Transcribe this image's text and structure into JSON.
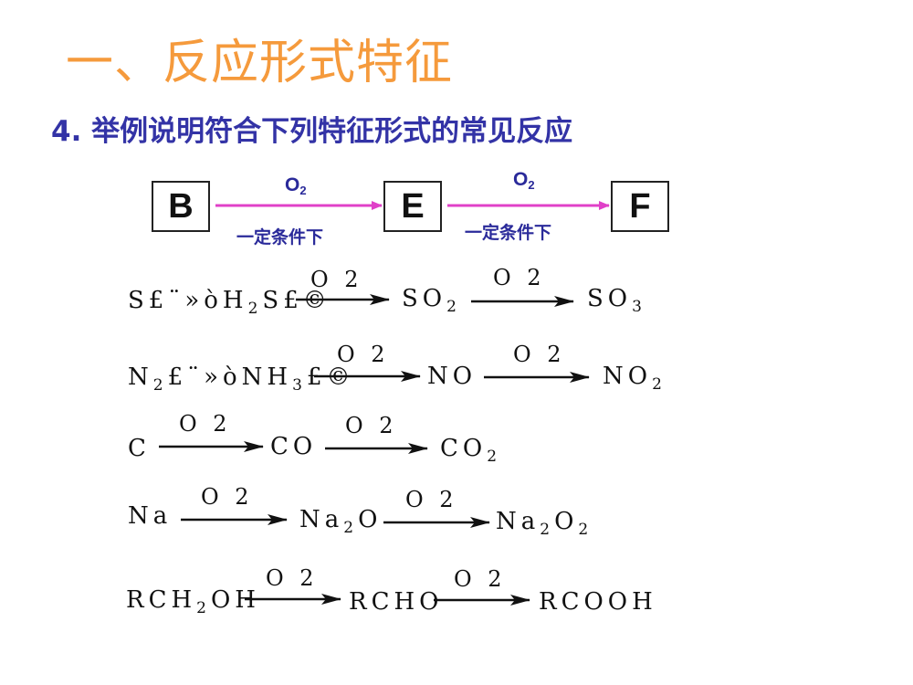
{
  "title": "一、反应形式特征",
  "subtitle": "4. 举例说明符合下列特征形式的常见反应",
  "scheme": {
    "box_b": "B",
    "box_e": "E",
    "box_f": "F",
    "reagent": "O",
    "reagent_sub": "2",
    "condition": "一定条件下",
    "arrow_color": "#e040c8"
  },
  "reactions": [
    {
      "start": [
        {
          "t": "S£¨»òH"
        },
        {
          "s": "2"
        },
        {
          "t": "S£©"
        }
      ],
      "mid": [
        {
          "t": "SO"
        },
        {
          "s": "2"
        }
      ],
      "end": [
        {
          "t": "SO"
        },
        {
          "s": "3"
        }
      ],
      "reagent1": "O 2",
      "reagent2": "O 2"
    },
    {
      "start": [
        {
          "t": "N"
        },
        {
          "s": "2"
        },
        {
          "t": "£¨»òNH"
        },
        {
          "s": "3"
        },
        {
          "t": "£©"
        }
      ],
      "mid": [
        {
          "t": "NO"
        }
      ],
      "end": [
        {
          "t": "NO"
        },
        {
          "s": "2"
        }
      ],
      "reagent1": "O 2",
      "reagent2": "O 2"
    },
    {
      "start": [
        {
          "t": "C"
        }
      ],
      "mid": [
        {
          "t": "CO"
        }
      ],
      "end": [
        {
          "t": "CO"
        },
        {
          "s": "2"
        }
      ],
      "reagent1": "O 2",
      "reagent2": "O 2"
    },
    {
      "start": [
        {
          "t": "Na"
        }
      ],
      "mid": [
        {
          "t": "Na"
        },
        {
          "s": "2"
        },
        {
          "t": "O"
        }
      ],
      "end": [
        {
          "t": "Na"
        },
        {
          "s": "2"
        },
        {
          "t": "O"
        },
        {
          "s": "2"
        }
      ],
      "reagent1": "O 2",
      "reagent2": "O 2"
    },
    {
      "start": [
        {
          "t": "RCH"
        },
        {
          "s": "2"
        },
        {
          "t": "OH"
        }
      ],
      "mid": [
        {
          "t": "RCHO"
        }
      ],
      "end": [
        {
          "t": "RCOOH"
        }
      ],
      "reagent1": "O 2",
      "reagent2": "O 2"
    }
  ]
}
